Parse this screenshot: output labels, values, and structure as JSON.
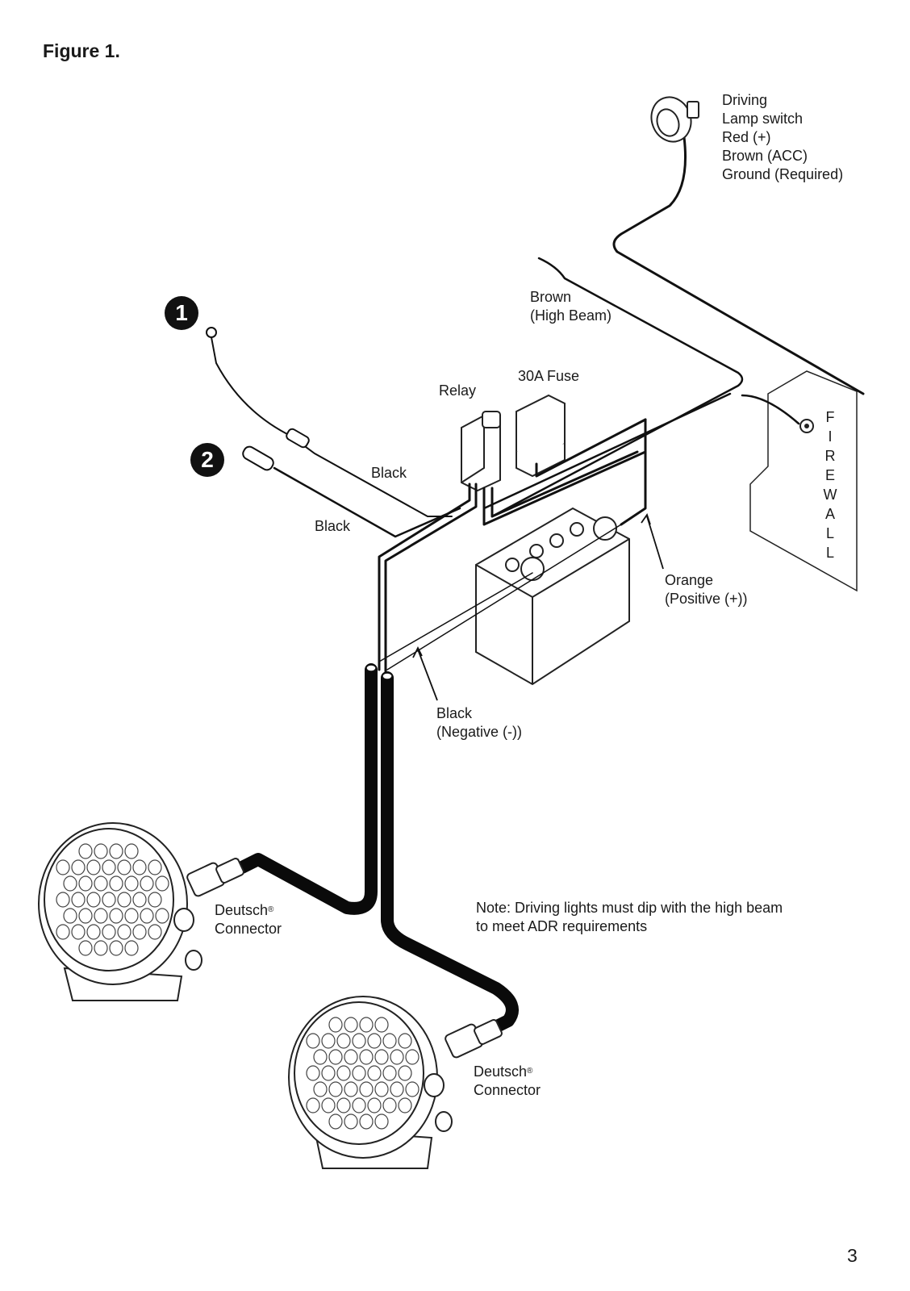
{
  "figure_title": "Figure 1.",
  "page_number": "3",
  "badges": {
    "one": "1",
    "two": "2"
  },
  "labels": {
    "switch": [
      "Driving",
      "Lamp switch",
      "Red (+)",
      "Brown (ACC)",
      "Ground (Required)"
    ],
    "brown": [
      "Brown",
      "(High Beam)"
    ],
    "relay": "Relay",
    "fuse": "30A Fuse",
    "black_1": "Black",
    "black_2": "Black",
    "orange": [
      "Orange",
      "(Positive (+))"
    ],
    "negative": [
      "Black",
      "(Negative (-))"
    ],
    "firewall_letters": [
      "F",
      "I",
      "R",
      "E",
      "W",
      "A",
      "L",
      "L"
    ],
    "deutsch_1": {
      "name": "Deutsch",
      "mark": "®",
      "line2": "Connector"
    },
    "deutsch_2": {
      "name": "Deutsch",
      "mark": "®",
      "line2": "Connector"
    },
    "note": [
      "Note: Driving lights must dip with the high beam",
      "to meet ADR requirements"
    ]
  }
}
